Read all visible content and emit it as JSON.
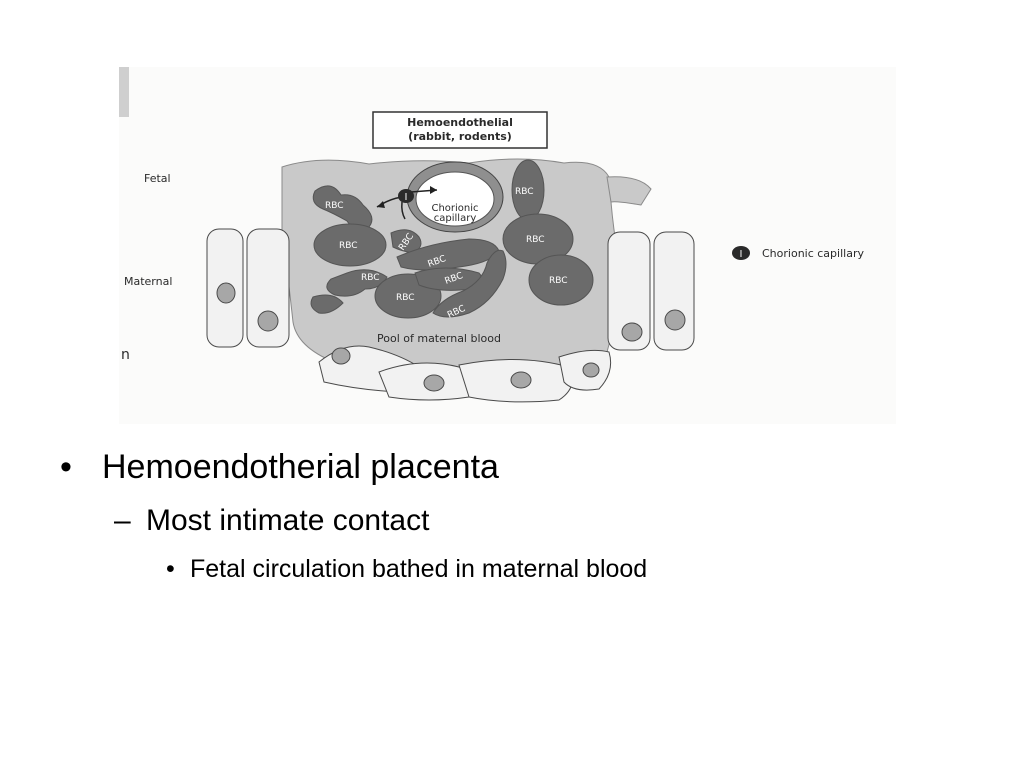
{
  "diagram": {
    "title_line1": "Hemoendothelial",
    "title_line2": "(rabbit, rodents)",
    "label_fetal": "Fetal",
    "label_maternal": "Maternal",
    "label_edge_fragment": "n",
    "chorionic_capillary_line1": "Chorionic",
    "chorionic_capillary_line2": "capillary",
    "rbc_label": "RBC",
    "pool_label": "Pool of maternal blood",
    "legend_marker": "I",
    "legend_text": "Chorionic capillary",
    "colors": {
      "tissue": "#c9c9c9",
      "rbc": "#6b6b6b",
      "cell": "#f2f2f2",
      "outline": "#4a4a4a"
    }
  },
  "bullets": {
    "level1_marker": "•",
    "level1": "Hemoendotherial placenta",
    "level2_marker": "–",
    "level2": "Most intimate contact",
    "level3_marker": "•",
    "level3": "Fetal circulation bathed in maternal blood"
  }
}
